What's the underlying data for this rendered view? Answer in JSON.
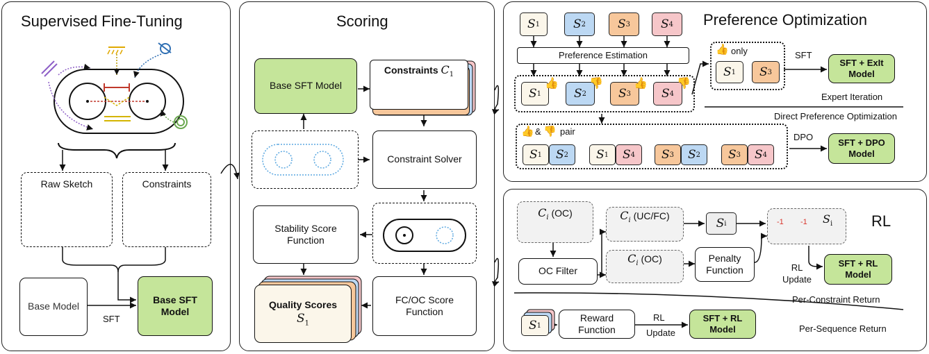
{
  "panels": {
    "sft": {
      "title": "Supervised Fine-Tuning",
      "raw_sketch": "Raw Sketch",
      "constraints": "Constraints",
      "base_model": "Base Model",
      "sft_label": "SFT",
      "base_sft_model": "Base SFT Model"
    },
    "scoring": {
      "title": "Scoring",
      "base_sft_model": "Base SFT Model",
      "constraints_header": "Constraints",
      "constraints_symbol": "C",
      "constraints_sub": "1",
      "constraint_solver": "Constraint Solver",
      "stability": "Stability Score Function",
      "fcoc": "FC/OC Score Function",
      "quality_scores": "Quality Scores",
      "quality_symbol": "S",
      "quality_sub": "1"
    },
    "po": {
      "title": "Preference Optimization",
      "preference_estimation": "Preference Estimation",
      "only": "only",
      "sft": "SFT",
      "sft_exit": "SFT + ExIt Model",
      "expert_iteration": "Expert Iteration",
      "dpo_caption": "Direct Preference Optimization",
      "pair": "pair",
      "amp": "&",
      "dpo": "DPO",
      "sft_dpo": "SFT + DPO Model",
      "s_symbol": "S"
    },
    "rl": {
      "title": "RL",
      "ci_oc": "(OC)",
      "ci_ucfc": "(UC/FC)",
      "ci_symbol": "C",
      "ci_sub": "i",
      "si_symbol": "S",
      "si_sub": "i",
      "neg1a": "-1",
      "neg1b": "-1",
      "oc_filter": "OC Filter",
      "penalty": "Penalty Function",
      "rl_update": "RL Update",
      "sft_rl": "SFT + RL Model",
      "per_constraint": "Per-Constraint Return",
      "reward": "Reward Function",
      "rl": "RL",
      "update": "Update",
      "sft_rl2": "SFT + RL Model",
      "per_sequence": "Per-Sequence Return"
    }
  },
  "colors": {
    "green": "#c5e59a",
    "blue": "#bcd8f3",
    "orange": "#f7c79b",
    "pink": "#f6c6c9",
    "cream": "#fbf6ea",
    "dotted_blue": "#5aa7e0",
    "red_hatch": "#d9342b"
  }
}
